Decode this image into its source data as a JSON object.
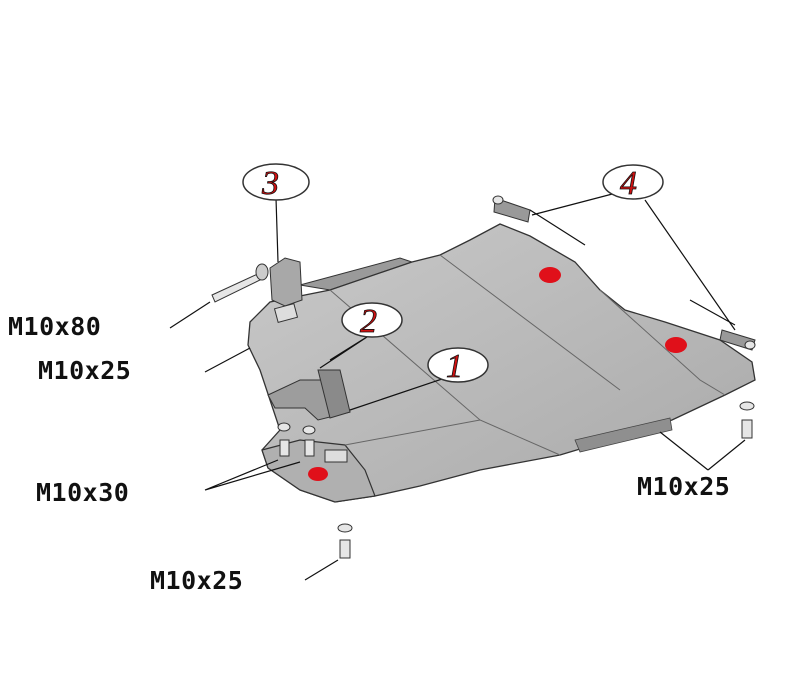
{
  "callouts": [
    "1",
    "2",
    "3",
    "4"
  ],
  "bolt_labels": {
    "m10x80": "M10x80",
    "m10x25_left": "M10x25",
    "m10x30": "M10x30",
    "m10x25_bottom": "M10x25",
    "m10x25_right": "M10x25"
  },
  "colors": {
    "plate": "#b9b9b9",
    "plate_dark": "#8f8f8f",
    "accent_red": "#e0101a"
  }
}
